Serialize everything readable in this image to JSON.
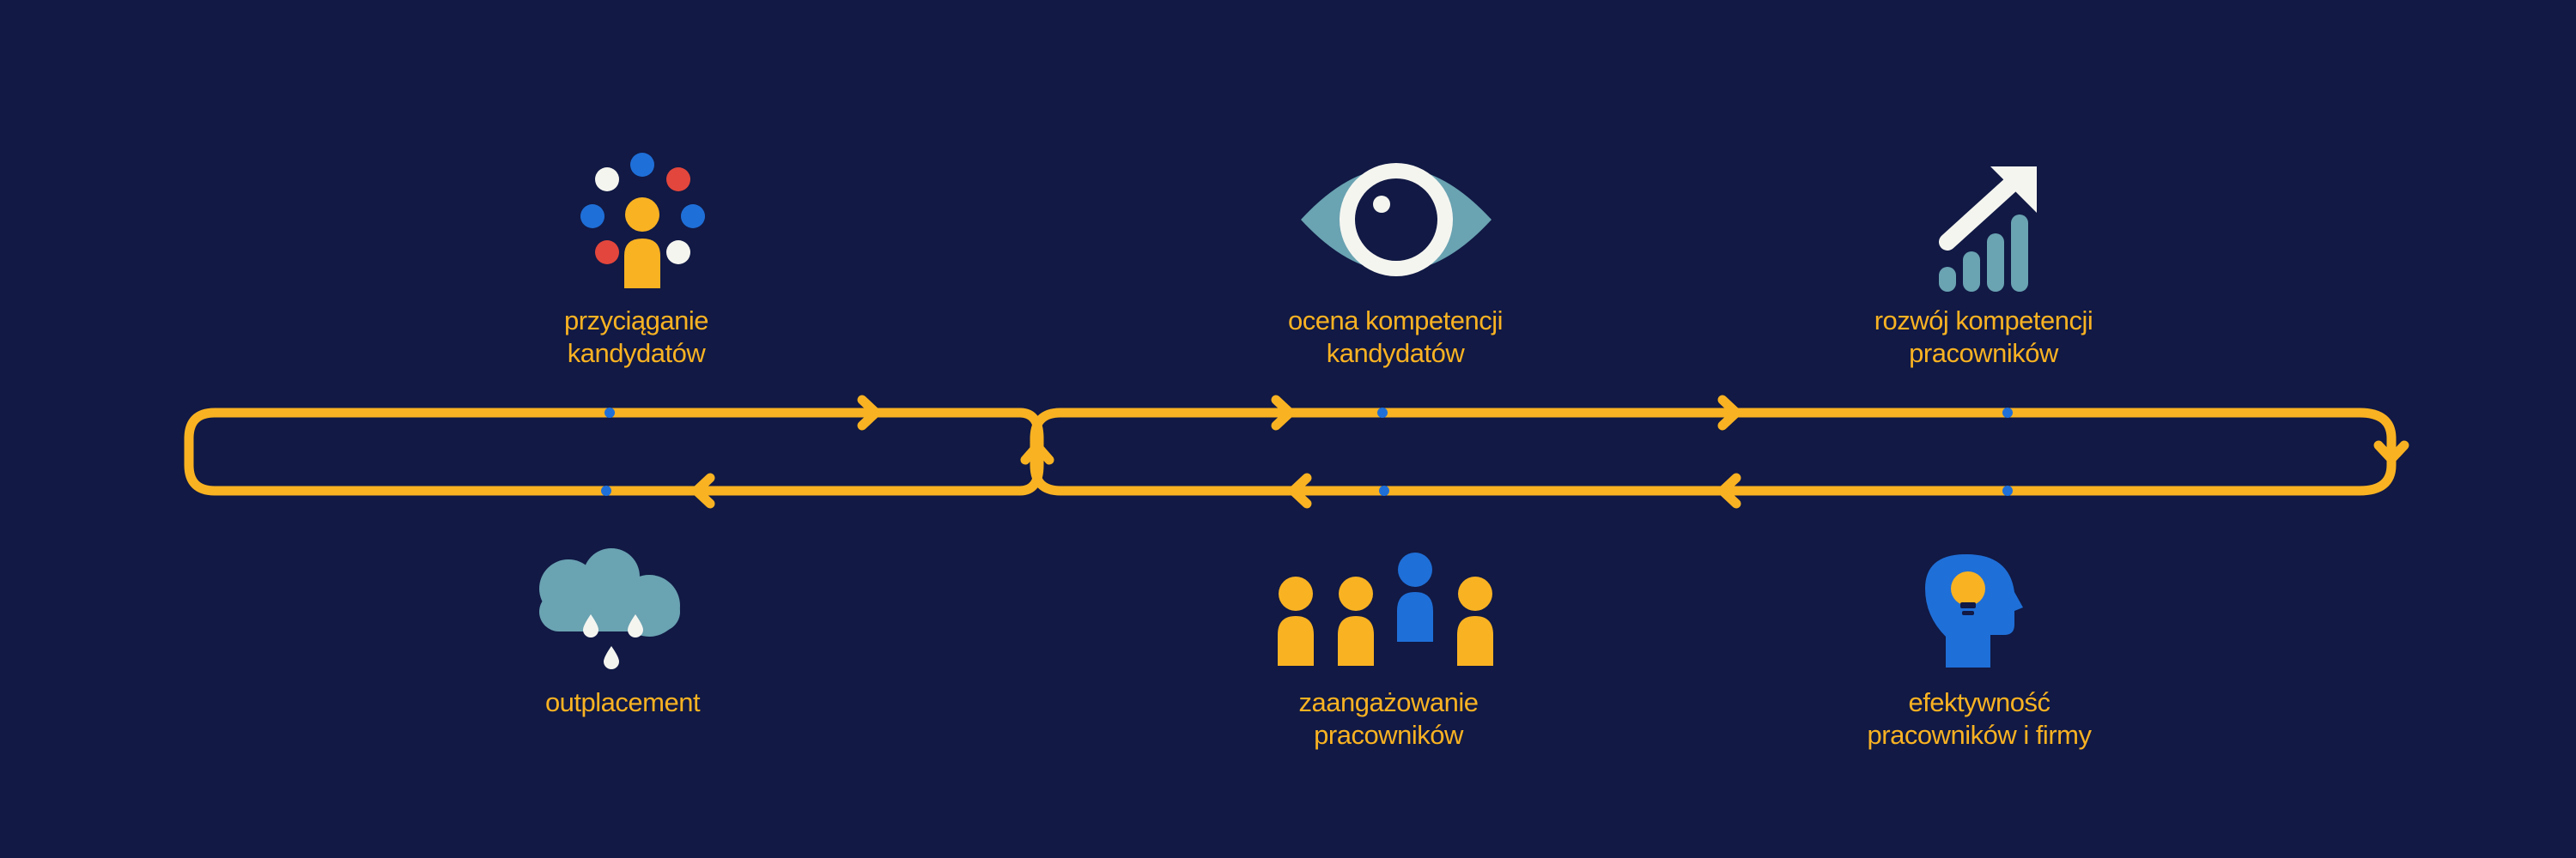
{
  "colors": {
    "background": "#111944",
    "loop": "#f9b222",
    "accent_blue": "#1f6fd8",
    "accent_teal": "#6aa3b2",
    "accent_red": "#e3463c",
    "white": "#f5f5f0"
  },
  "stages": [
    {
      "id": "attraction",
      "icon": "people-attraction-icon",
      "label_lines": [
        "przyciąganie",
        "kandydatów"
      ]
    },
    {
      "id": "assessment",
      "icon": "eye-icon",
      "label_lines": [
        "ocena kompetencji",
        "kandydatów"
      ]
    },
    {
      "id": "development",
      "icon": "growth-chart-arrow-icon",
      "label_lines": [
        "rozwój kompetencji",
        "pracowników"
      ]
    },
    {
      "id": "outplacement",
      "icon": "rain-cloud-icon",
      "label_lines": [
        "outplacement"
      ]
    },
    {
      "id": "engagement",
      "icon": "team-people-icon",
      "label_lines": [
        "zaangażowanie",
        "pracowników"
      ]
    },
    {
      "id": "efficiency",
      "icon": "head-lightbulb-icon",
      "label_lines": [
        "efektywność",
        "pracowników i firmy"
      ]
    }
  ]
}
